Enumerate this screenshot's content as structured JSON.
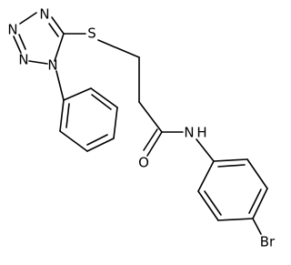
{
  "molecule": {
    "atom_labels": {
      "n_top": "N",
      "n_upper_left": "N",
      "n_lower_left": "N",
      "n1": "N",
      "s": "S",
      "nh": "N",
      "h": "H",
      "o": "O",
      "br": "Br"
    }
  }
}
